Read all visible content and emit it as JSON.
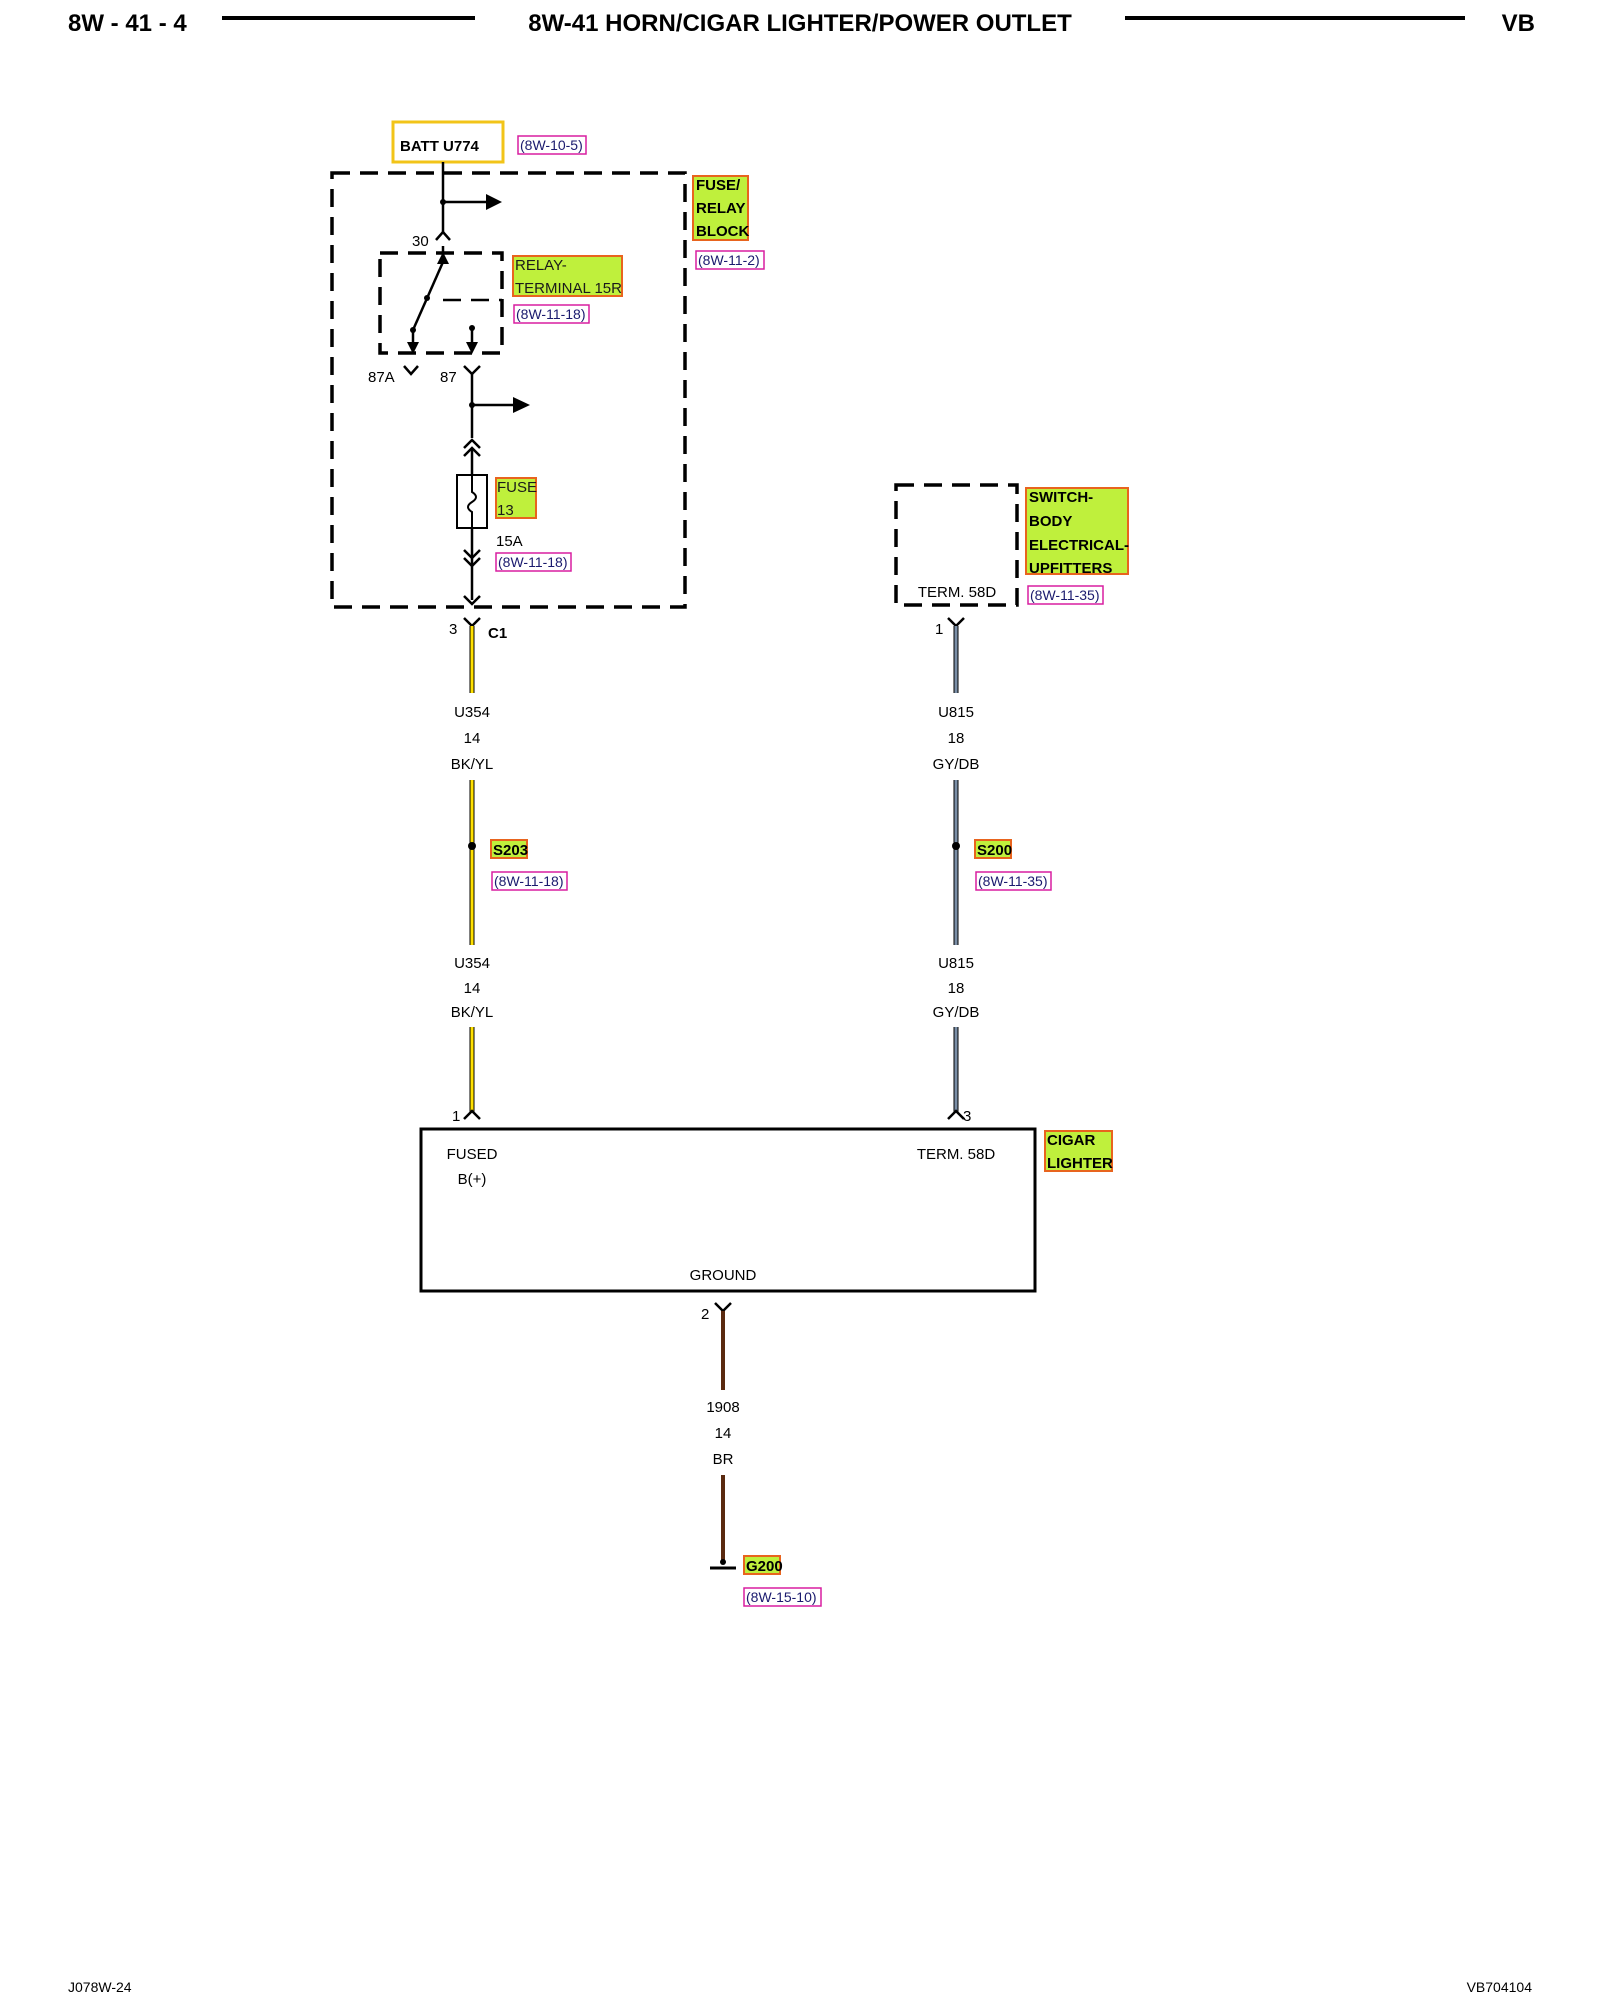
{
  "header": {
    "page_number": "8W - 41 - 4",
    "title": "8W-41 HORN/CIGAR LIGHTER/POWER OUTLET",
    "code": "VB"
  },
  "footer": {
    "left": "J078W-24",
    "right": "VB704104"
  },
  "batt": {
    "label": "BATT U774",
    "ref": "(8W-10-5)"
  },
  "fuse_block": {
    "name_lines": [
      "FUSE/",
      "RELAY",
      "BLOCK"
    ],
    "ref": "(8W-11-2)",
    "pin_30": "30",
    "pin_87a": "87A",
    "pin_87": "87",
    "relay": {
      "name_lines": [
        "RELAY-",
        "TERMINAL 15R"
      ],
      "ref": "(8W-11-18)"
    },
    "fuse": {
      "name_lines": [
        "FUSE",
        "13"
      ],
      "rating": "15A",
      "ref": "(8W-11-18)"
    },
    "out_pin": "3",
    "connector": "C1"
  },
  "switch_body": {
    "name_lines": [
      "SWITCH-",
      "BODY",
      "ELECTRICAL-",
      "UPFITTERS"
    ],
    "ref": "(8W-11-35)",
    "terminal": "TERM. 58D",
    "out_pin": "1"
  },
  "wires": {
    "left_upper": {
      "circuit": "U354",
      "gauge": "14",
      "color": "BK/YL"
    },
    "left_lower": {
      "circuit": "U354",
      "gauge": "14",
      "color": "BK/YL"
    },
    "right_upper": {
      "circuit": "U815",
      "gauge": "18",
      "color": "GY/DB"
    },
    "right_lower": {
      "circuit": "U815",
      "gauge": "18",
      "color": "GY/DB"
    },
    "ground": {
      "circuit": "1908",
      "gauge": "14",
      "color": "BR"
    }
  },
  "splices": {
    "left": {
      "name": "S203",
      "ref": "(8W-11-18)"
    },
    "right": {
      "name": "S200",
      "ref": "(8W-11-35)"
    }
  },
  "cigar_lighter": {
    "name_lines": [
      "CIGAR",
      "LIGHTER"
    ],
    "fused_label_lines": [
      "FUSED",
      "B(+)"
    ],
    "term_label": "TERM. 58D",
    "ground_label": "GROUND",
    "pin_left": "1",
    "pin_right": "3",
    "pin_ground": "2"
  },
  "ground_point": {
    "name": "G200",
    "ref": "(8W-15-10)"
  },
  "colors": {
    "wire_yellow": "#ffe000",
    "wire_gray_blue": "#7a8ea6",
    "wire_brown": "#5a2a10",
    "tag_fill": "#bff03c",
    "tag_border": "#e8641e",
    "batt_border": "#f2c418",
    "ref_border": "#d81ea0"
  }
}
